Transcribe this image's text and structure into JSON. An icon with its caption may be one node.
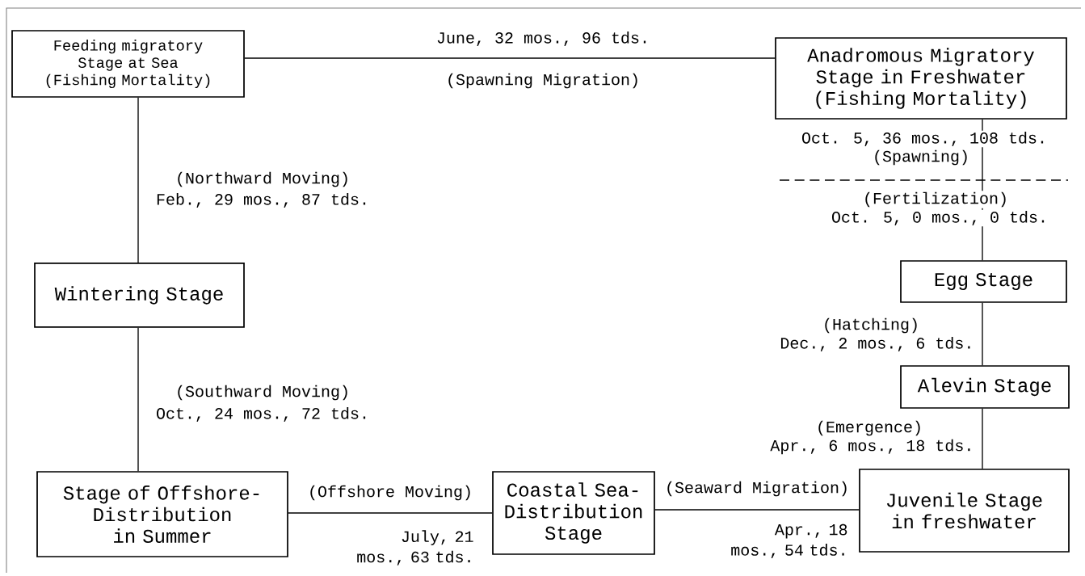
{
  "diagram": {
    "nodes": [
      {
        "text": [
          "Feeding migratory Stage at Sea",
          "(Fishing Mortality)"
        ]
      },
      {
        "text": [
          "Anadromous Migratory Stage in Freshwater",
          "(Fishing Mortality)"
        ]
      },
      {
        "text": [
          "Wintering Stage"
        ]
      },
      {
        "text": [
          "Egg Stage"
        ]
      },
      {
        "text": [
          "Alevin Stage"
        ]
      },
      {
        "text": [
          "Stage of Offshore-Distribution",
          "in Summer"
        ]
      },
      {
        "text": [
          "Coastal Sea-Distribution",
          "Stage"
        ]
      },
      {
        "text": [
          "Juvenile Stage in freshwater"
        ]
      }
    ],
    "edges": [
      {
        "from": 0,
        "to": 1,
        "arrow": "none",
        "label": "June, 32 mos., 96 tds."
      },
      {
        "from": 0,
        "to": 2,
        "arrow": "none",
        "label": "(Northward Moving)"
      },
      {
        "from": 2,
        "to": 5,
        "arrow": "none",
        "label": "(Southward Moving)"
      },
      {
        "from": 5,
        "to": 6,
        "arrow": "none",
        "label": "(Offshore Moving)"
      },
      {
        "from": 6,
        "to": 7,
        "arrow": "none",
        "label": "(Seaward Migration)"
      },
      {
        "from": 4,
        "to": 7,
        "arrow": "none",
        "label": "(Emergence)"
      },
      {
        "from": 3,
        "to": 4,
        "arrow": "none",
        "label": "(Hatching)"
      },
      {
        "from": 1,
        "to": 3,
        "arrow": "none",
        "label": "(Spawning)"
      }
    ],
    "labels": [
      "(Spawning Migration)",
      "Feb., 29 mos., 87 tds.",
      "Oct., 24 mos., 72 tds.",
      "July, 21 mos., 63 tds.",
      "Apr., 18 mos., 54 tds.",
      "Apr., 6 mos., 18 tds.",
      "Dec., 2 mos., 6 tds.",
      "Oct. 5, 36 mos., 108 tds.",
      "(Fertilization)",
      "Oct. 5, 0 mos., 0 tds."
    ]
  }
}
